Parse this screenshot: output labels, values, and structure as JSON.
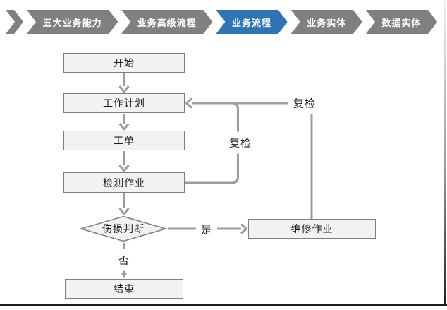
{
  "nav": {
    "active_color": "#2E75B6",
    "inactive_color": "#808080",
    "items": [
      {
        "label": "五大业务能力",
        "active": false
      },
      {
        "label": "业务高级流程",
        "active": false
      },
      {
        "label": "业务流程",
        "active": true
      },
      {
        "label": "业务实体",
        "active": false
      },
      {
        "label": "数据实体",
        "active": false
      }
    ]
  },
  "flowchart": {
    "colors": {
      "node_fill": "#F2F2F2",
      "node_border": "#7F7F7F",
      "connector": "#9C9C9C"
    },
    "nodes": [
      {
        "id": "start",
        "type": "process",
        "label": "开始"
      },
      {
        "id": "work-plan",
        "type": "process",
        "label": "工作计划"
      },
      {
        "id": "work-order",
        "type": "process",
        "label": "工单"
      },
      {
        "id": "inspection-job",
        "type": "process",
        "label": "检测作业"
      },
      {
        "id": "damage-decision",
        "type": "decision",
        "label": "伤损判断"
      },
      {
        "id": "repair-job",
        "type": "process",
        "label": "维修作业"
      },
      {
        "id": "end",
        "type": "process",
        "label": "结束"
      }
    ],
    "edge_labels": {
      "recheck_inner": "复检",
      "recheck_outer": "复检",
      "yes": "是",
      "no": "否"
    }
  }
}
